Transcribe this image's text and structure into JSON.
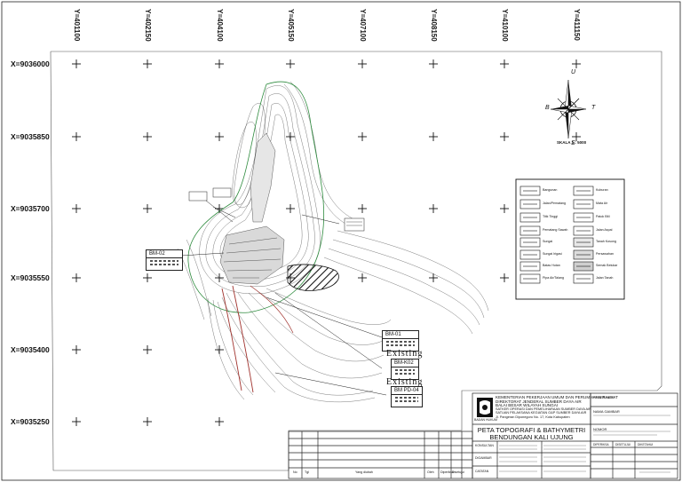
{
  "grid": {
    "x_labels": [
      "Y=401100",
      "Y=402150",
      "Y=404100",
      "Y=405150",
      "Y=407100",
      "Y=408150",
      "Y=410100",
      "Y=411150"
    ],
    "y_labels": [
      "X=9036000",
      "X=9035850",
      "X=9035700",
      "X=9035550",
      "X=9035400",
      "X=9035250"
    ]
  },
  "compass": {
    "north": "U",
    "south": "S",
    "east": "T",
    "west": "B",
    "scale": "SKALA 1 : 5000"
  },
  "benchmarks": {
    "bm02": "BM-02",
    "bm01": "BM-01",
    "bm01_status": "Existing",
    "bm_k02": "BM-K02",
    "bm_k02_status": "Existing",
    "bm_pd04": "BM PD-04"
  },
  "legend": {
    "left": [
      "Bangunan",
      "Jalan/Pematang",
      "Titik Tinggi",
      "Pematang Sawah",
      "Sungai",
      "Sungai Irigasi",
      "Batas Hutan",
      "Pipa Air/Talang"
    ],
    "right": [
      "Kuburan",
      "Mata Air",
      "Patok BM",
      "Jalan Aspal",
      "Tanah Kosong",
      "Persawahan",
      "Semak Belukar",
      "Jalan Tanah"
    ]
  },
  "title_block": {
    "ministry_lines": [
      "KEMENTERIAN PEKERJAAN UMUM DAN PERUMAHAN RAKYAT",
      "DIREKTORAT JENDERAL SUMBER DAYA AIR",
      "BALAI BESAR WILAYAH SUNGAI",
      "SATKER OPERASI DAN PEMELIHARAAN SUMBER DAYA AIR",
      "SATUAN PELAKSANA KEGIATAN O&P SUMBER DAYA AIR",
      "Jl. Pangeran Diponegoro No. 17, Kota Kabupaten"
    ],
    "org_caption": "BADAN HUKUM",
    "map_title_1": "PETA TOPOGRAFI & BATHYMETRI",
    "map_title_2": "BENDUNGAN KALI UJUNG",
    "right_headers": [
      "PEKERJAAN",
      "NAMA GAMBAR",
      "NOMOR"
    ],
    "revision_columns": [
      "No",
      "Tgl",
      "Yang diubah",
      "Oleh",
      "Diperiksa",
      "Disetujui"
    ],
    "sign_labels": [
      "DIGAMBAR",
      "DIPERIKSA",
      "DISETUJUI",
      "DIKETAHUI"
    ],
    "sign_label_top": "KONSULTAN",
    "catatan": "CATATAN"
  }
}
